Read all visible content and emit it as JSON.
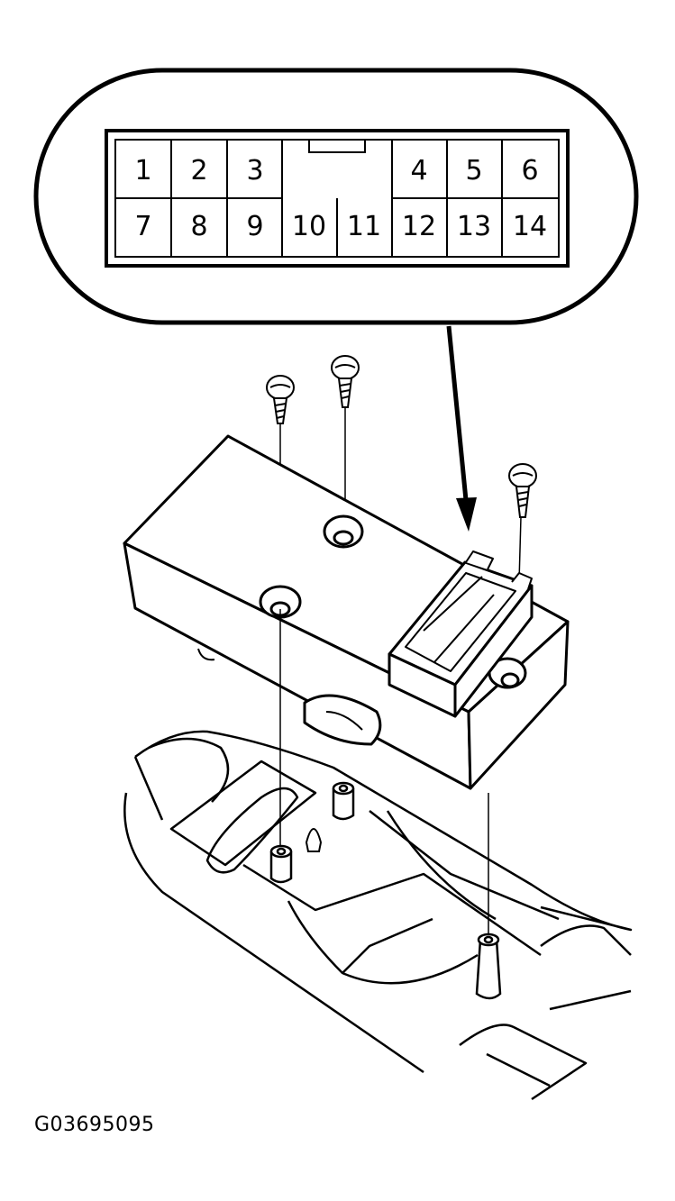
{
  "connector": {
    "pins": [
      "1",
      "2",
      "3",
      "4",
      "5",
      "6",
      "7",
      "8",
      "9",
      "10",
      "11",
      "12",
      "13",
      "14"
    ]
  },
  "figure_code": "G03695095"
}
